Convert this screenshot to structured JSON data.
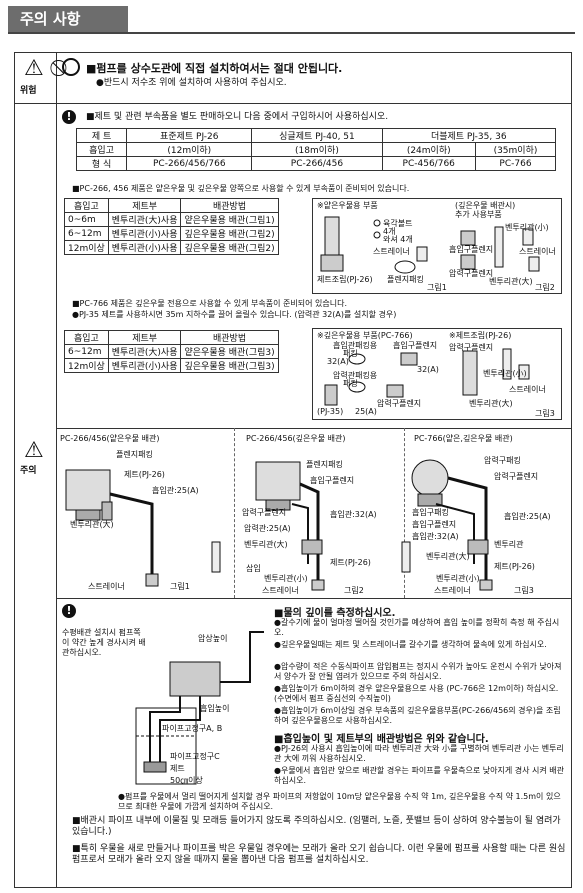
{
  "header": {
    "title": "주의 사항"
  },
  "side": {
    "warning_label": "위험",
    "caution_label": "주의"
  },
  "danger": {
    "line1": "■펌프를 상수도관에 직접 설치하여서는 절대 안됩니다.",
    "line2": "●반드시 저수조 위에 설치하여 사용하여 주십시오."
  },
  "caution": {
    "intro": "■제트 및 관련 부속품을 별도 판매하오니 다음 중에서 구입하시어 사용하십시오.",
    "table1": {
      "rows": [
        [
          "제   트",
          "표준제트 PJ-26",
          "싱글제트 PJ-40, 51",
          "더블제트 PJ-35, 36"
        ],
        [
          "흡입고",
          "(12m이하)",
          "(18m이하)",
          "(24m이하)",
          "(35m이하)"
        ],
        [
          "형   식",
          "PC-266/456/766",
          "PC-266/456",
          "PC-456/766",
          "PC-766"
        ]
      ]
    },
    "pc266_note": "■PC-266, 456 제품은 얕은우물 및 깊은우물 양쪽으로 사용할 수 있게 부속품이 준비되어 있습니다.",
    "table2": {
      "headers": [
        "흡입고",
        "제트부",
        "배관방법"
      ],
      "rows": [
        [
          "0~6m",
          "벤투리관(大)사용",
          "얕은우물용 배관(그림1)"
        ],
        [
          "6~12m",
          "벤투리관(小)사용",
          "깊은우물용 배관(그림2)"
        ],
        [
          "12m이상",
          "벤투리관(小)사용",
          "깊은우물용 배관(그림2)"
        ]
      ]
    },
    "fig_parts1": {
      "title1": "※얕은우물용 부품",
      "title2": "(깊은우물 배관시)",
      "title3": "추가 사용부품",
      "labels": [
        "육각볼트",
        "4개",
        "와셔 4개",
        "스트레이너",
        "플렌지패킹",
        "제트조립(PJ-26)",
        "흡입구플렌지",
        "벤투리관(小)",
        "압력구플렌지",
        "벤투리관(大)",
        "스트레이너",
        "그림1",
        "그림2"
      ]
    },
    "pc766_note1": "■PC-766 제품은 깊은우물 전용으로 사용할 수 있게 부속품이 준비되어 있습니다.",
    "pc766_note2": "●PJ-35 제트를 사용하시면 35m 지하수를 끌어 올릴수 있습니다. (압력관 32(A)를 설치할 경우)",
    "table3": {
      "headers": [
        "흡입고",
        "제트부",
        "배관방법"
      ],
      "rows": [
        [
          "6~12m",
          "벤투리관(大)사용",
          "얕은우물용 배관(그림3)"
        ],
        [
          "12m이상",
          "벤투리관(小)사용",
          "깊은우물용 배관(그림3)"
        ]
      ]
    },
    "fig_parts2": {
      "title1": "※깊은우물용 부품(PC-766)",
      "title2": "※제트조립(PJ-26)",
      "labels": [
        "흡입관패킹용",
        "패킹",
        "32(A)",
        "흡입구플렌지",
        "32(A)",
        "압력관패킹용",
        "패킹",
        "압력구플렌지",
        "25(A)",
        "(PJ-35)",
        "압력구플렌지",
        "벤투리관(小)",
        "벤투리관(大)",
        "스트레이너",
        "그림3"
      ]
    },
    "fig_install": {
      "p1_title": "PC-266/456(얕은우물 배관)",
      "p1_labels": [
        "플렌지패킹",
        "제트(PJ-26)",
        "흡입관:25(A)",
        "벤투리관(大)",
        "스트레이너",
        "그림1"
      ],
      "p2_title": "PC-266/456(깊은우물 배관)",
      "p2_labels": [
        "플렌지패킹",
        "흡입구플렌지",
        "압력구플렌지",
        "흡입관:32(A)",
        "압력관:25(A)",
        "벤투리관(大)",
        "제트(PJ-26)",
        "삽입",
        "벤투리관(小)",
        "스트레이너",
        "그림2"
      ],
      "p3_title": "PC-766(얕은,깊은우물 배관)",
      "p3_labels": [
        "압력구패킹",
        "압력구플렌지",
        "흡입관:25(A)",
        "흡입구패킹",
        "흡입구플렌지",
        "흡입관:32(A)",
        "벤투리관",
        "벤투리관(大)",
        "제트(PJ-26)",
        "벤투리관(小)",
        "스트레이너",
        "그림3"
      ]
    },
    "well_fig": {
      "left_note": "수평배관 설치시 펌프쪽이 약간 높게 경사시켜 배관하십시오.",
      "labels": [
        "압상높이",
        "흡입높이",
        "파이프고정구A, B",
        "파이프고정구C",
        "제트",
        "50㎝이상"
      ]
    },
    "well_notes": {
      "heading": "■물의 깊이를 측정하십시오.",
      "items": [
        "●갈수기에 물이 얼마정 떨어질 것인가를 예상하여 흡입 높이를 정확히 측정 해 주십시오.",
        "●깊은우물일때는 제트 및 스트레이너를 갈수기를 생각하여 물속에 있게 하십시오.",
        "●압수량이 적은 수동식파이프 압입펌프는 정지시 수위가 높아도 운전시 수위가 낮아져서 양수가 잘 안될 염려가 있으므로 주의 하십시오.",
        "●흡입높이가 6m이하의 경우 얕은우물용으로 사용 (PC-766은 12m이하) 하십시오. (수면에서 펌프 중심선의 수직높이)",
        "●흡입높이가 6m이상일 경우 부속품의 깊은우물용부품(PC-266/456의 경우)을 조립하여 깊은우물용으로 사용하십시오."
      ],
      "heading2": "■흡입높이 및 제트부의 배관방법은 위와 같습니다.",
      "items2": [
        "●PJ-26의 사용시 흡입높이에 따라 벤투리관 大와 小를 구별하여 벤투리관 小는 벤투리관 大에 끼워 사용하십시오.",
        "●우물에서 흡입관 앞으로 배관할 경우는 파이프를 우물측으로 낮아지게 경사 시켜 배관하십시오."
      ]
    },
    "bottom_notes": [
      "●펌프를 우물에서 멀리 떨어지게 설치할 경우 파이프의 저항없이 10m당 얕은우물용 수직 약 1m, 깊은우물용 수직 약 1.5m이 있으므로 최대한 우물에 가깝게 설치하여 주십시오.",
      "■배관시 파이프 내부에 이물질 및 모래등 들어가지 않도록 주의하십시오. (임팰러, 노즐, 풋밸브 등이 상하여 양수불능이 될 염려가 있습니다.)",
      "■특히 우물을 새로 만들거나 파이프를 박은 우물일 경우에는 모래가 올라 오기 쉽습니다. 이런 우물에 펌프를 사용할 때는 다른 원심 펌프로서 모래가 올라 오지 않을 때까지 물을 뽑아낸 다음 펌프를 설치하십시오."
    ]
  }
}
